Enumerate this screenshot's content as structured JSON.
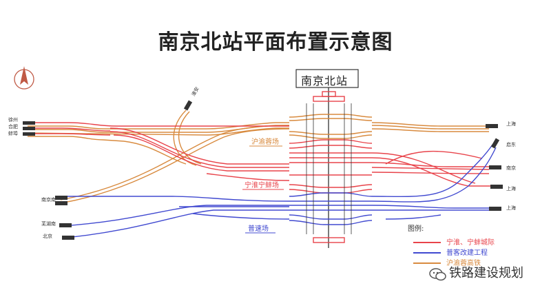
{
  "title": "南京北站平面布置示意图",
  "station": "南京北站",
  "colors": {
    "red": "#e8434a",
    "blue": "#4049d0",
    "orange": "#d88a3e",
    "dark": "#333333"
  },
  "ends": {
    "left_top": [
      "徐州",
      "合肥",
      "蚌埠"
    ],
    "left_bottom_orange": "南京南",
    "left_bottom_blue_1": "芜湖南",
    "left_bottom_blue_2": "北京",
    "upper_diag": "淮安",
    "right_shanghai_1": "上海",
    "right_nantong": "启东",
    "right_nanjing": "南京",
    "right_shanghai_2": "上海",
    "right_shanghai_3": "上海"
  },
  "yards": {
    "orange_yard": "沪渝蓉场",
    "red_yard": "宁淮宁蚌场",
    "blue_yard": "普速场"
  },
  "legend": {
    "title": "图例:",
    "items": [
      {
        "label": "宁淮、宁蚌城际",
        "color": "#e8434a"
      },
      {
        "label": "普客改建工程",
        "color": "#4049d0"
      },
      {
        "label": "沪渝蓉高铁",
        "color": "#d88a3e"
      }
    ]
  },
  "watermark": "铁路建设规划"
}
